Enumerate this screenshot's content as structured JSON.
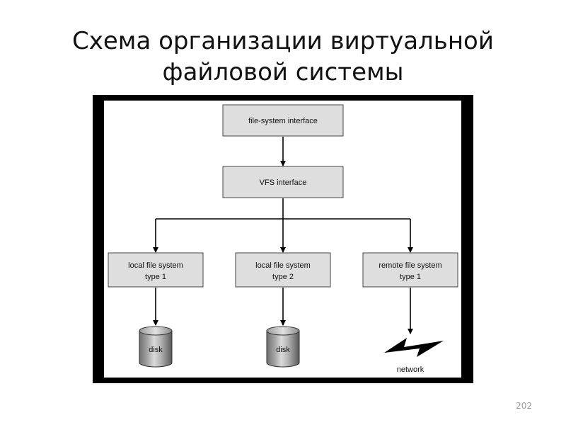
{
  "slide": {
    "title_line1": "Схема организации виртуальной",
    "title_line2": "файловой системы",
    "page_number": "202"
  },
  "diagram": {
    "nodes": {
      "fs_interface": "file-system interface",
      "vfs_interface": "VFS interface",
      "local_fs_1": [
        "local file system",
        "type 1"
      ],
      "local_fs_2": [
        "local file system",
        "type 2"
      ],
      "remote_fs_1": [
        "remote file system",
        "type 1"
      ]
    },
    "storage": {
      "disk_1": "disk",
      "disk_2": "disk",
      "network": "network"
    }
  }
}
